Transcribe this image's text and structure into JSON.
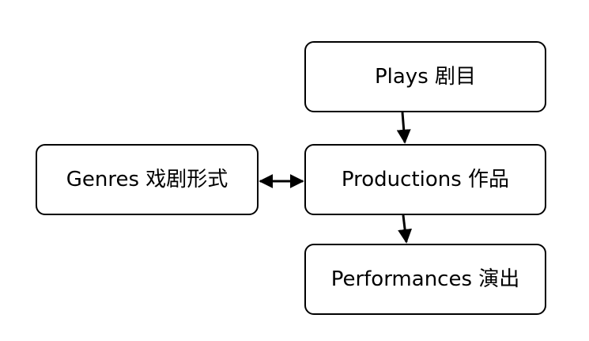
{
  "diagram": {
    "nodes": {
      "plays": {
        "label": "Plays 剧目"
      },
      "productions": {
        "label": "Productions 作品"
      },
      "performances": {
        "label": "Performances 演出"
      },
      "genres": {
        "label": "Genres 戏剧形式"
      }
    },
    "edges": [
      {
        "from": "plays",
        "to": "productions",
        "direction": "forward"
      },
      {
        "from": "productions",
        "to": "performances",
        "direction": "forward"
      },
      {
        "from": "genres",
        "to": "productions",
        "direction": "bidirectional"
      }
    ],
    "colors": {
      "stroke": "#000000",
      "fill": "#ffffff",
      "background": "#ffffff"
    }
  }
}
